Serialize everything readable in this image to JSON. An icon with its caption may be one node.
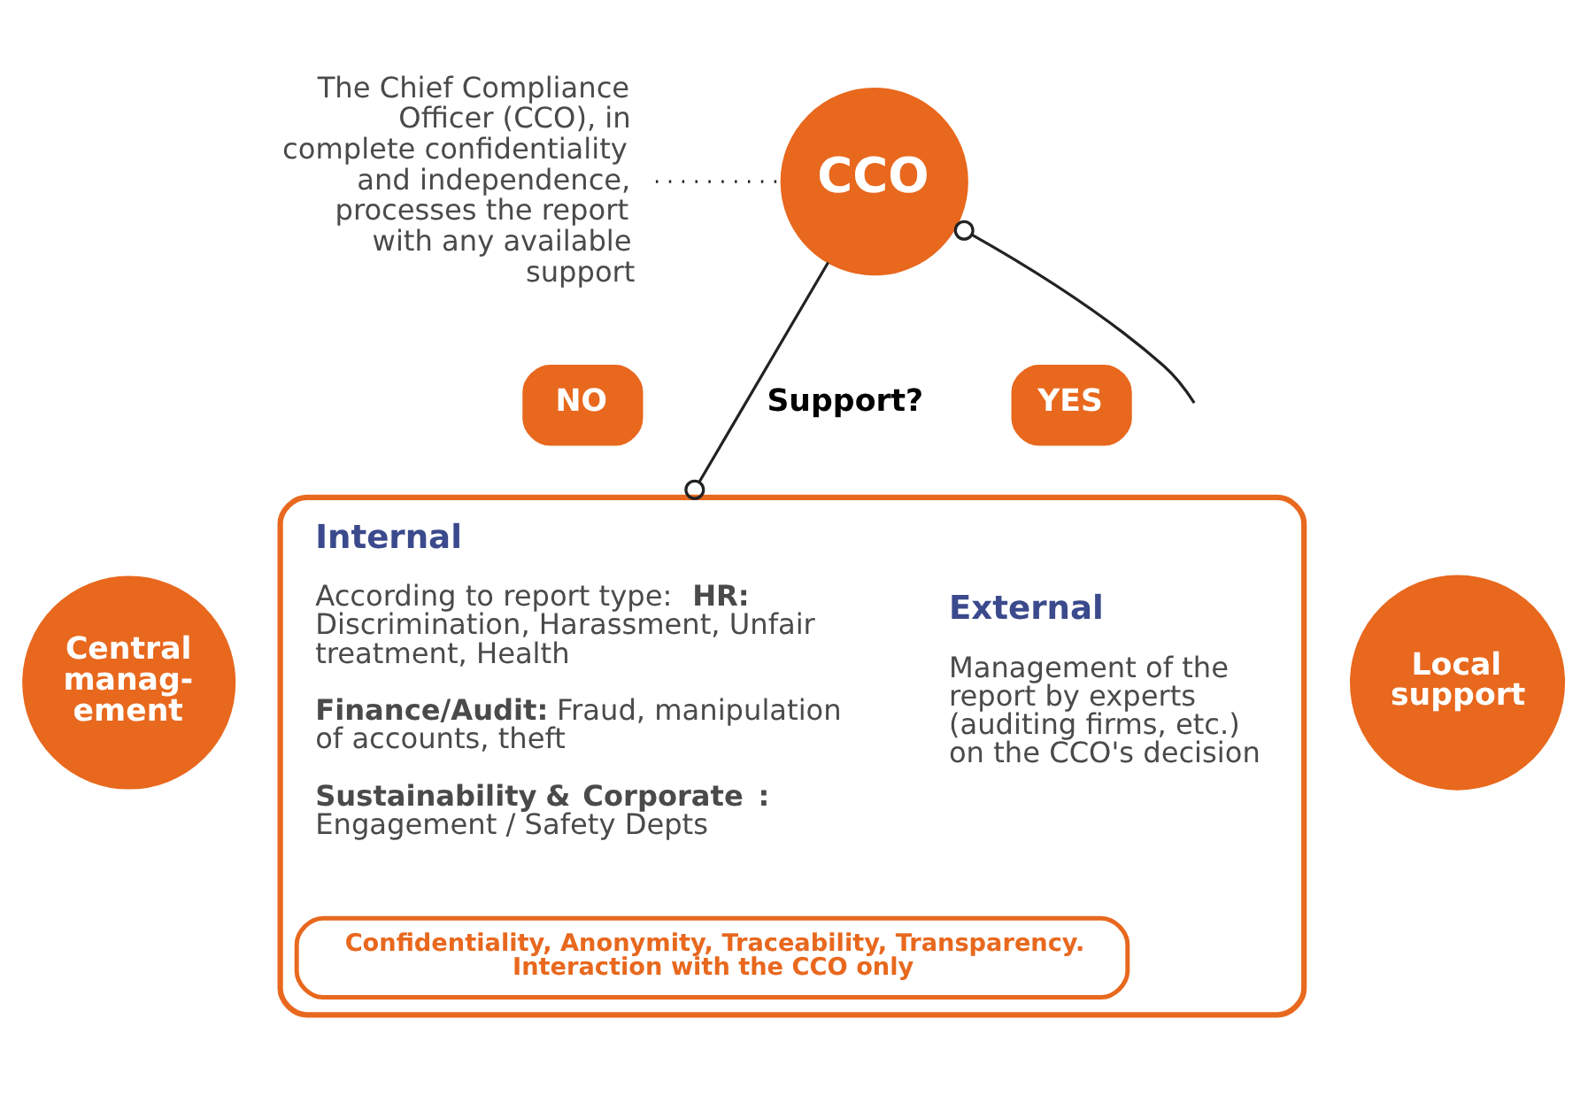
{
  "diagram": {
    "nodes": [
      {
        "text": [
          "The Chief Compliance Officer (CCO), in complete confidentiality and independence, processes the report with any available support"
        ]
      },
      {
        "text": [
          "CCO"
        ]
      },
      {
        "text": [],
        "shape": "box"
      },
      {
        "text": [
          "NO"
        ]
      },
      {
        "text": [
          "YES"
        ]
      },
      {
        "text": [
          "Internal",
          "According to report type: **HR:** Discrimination, Harassment, Unfair treatment, Health",
          "**Finance/Audit:** Fraud, manipulation of accounts, theft",
          "**Sustainability & Corporate :** Engagement / Safety Depts"
        ],
        "in": 2
      },
      {
        "text": [
          "External",
          "Management of the report by experts (auditing firms, etc.) on the CCO's decision"
        ],
        "in": 2
      },
      {
        "text": [
          "Confidentiality, Anonymity, Traceability, Transparency. Interaction with the CCO only"
        ],
        "in": 2
      },
      {
        "text": [
          "Central manag- ement"
        ]
      },
      {
        "text": [
          "Local support"
        ]
      }
    ],
    "edges": [
      {
        "from": 0,
        "to": 1,
        "arrow": "none",
        "style": "dashed"
      },
      {
        "from": 1,
        "to": 2,
        "arrow": "other",
        "label": "Support?"
      },
      {
        "from": 1,
        "to": null,
        "arrow": "other"
      }
    ]
  }
}
